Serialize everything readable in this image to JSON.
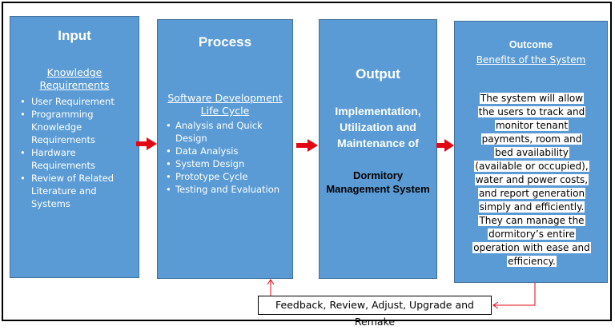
{
  "input": {
    "title": "Input",
    "subtitle_line1": "Knowledge",
    "subtitle_line2": "Requirements",
    "items": [
      "User Requirement",
      "Programming Knowledge Requirements",
      "Hardware Requirements",
      "Review of Related Literature and Systems"
    ]
  },
  "process": {
    "title": "Process",
    "subtitle_line1": "Software Development",
    "subtitle_line2": "Life Cycle",
    "items": [
      "Analysis and Quick Design",
      "Data Analysis",
      "System Design",
      "Prototype Cycle",
      "Testing and Evaluation"
    ]
  },
  "output": {
    "title": "Output",
    "main_text": "Implementation, Utilization and Maintenance of",
    "system_name": "Dormitory Management System"
  },
  "outcome": {
    "title": "Outcome",
    "subtitle": "Benefits of the System",
    "description": "The system will allow the users to track and monitor tenant payments, room and bed availability (available or occupied), water and power costs, and report generation simply and efficiently. They can manage the dormitory’s entire operation with ease and efficiency."
  },
  "feedback": {
    "label": "Feedback, Review, Adjust, Upgrade and Remake"
  },
  "colors": {
    "box_fill": "#5b9bd5",
    "box_border": "#41719c",
    "arrow": "#e30613"
  }
}
